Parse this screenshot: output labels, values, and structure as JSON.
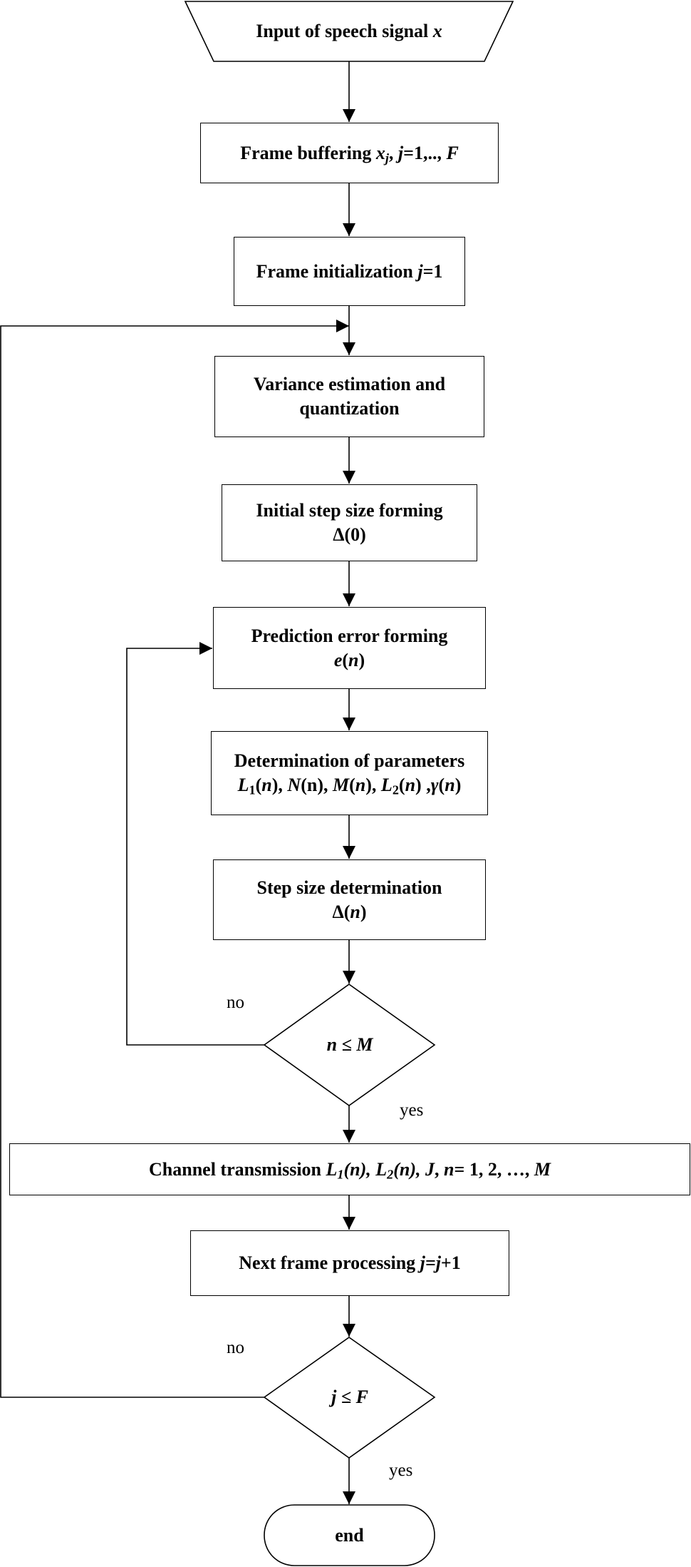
{
  "nodes": {
    "input": {
      "prefix": "Input of speech signal ",
      "var": "x"
    },
    "buffer": {
      "prefix": "Frame buffering ",
      "x": "x",
      "sub": "j",
      "sep": ", ",
      "j": "j",
      "range": "=1,.., ",
      "F": "F"
    },
    "init": {
      "prefix": "Frame initialization ",
      "j": "j",
      "suffix": "=1"
    },
    "variance": {
      "line1": "Variance estimation and",
      "line2": "quantization"
    },
    "initstep": {
      "line1": "Initial step size forming",
      "line2": "Δ(0)"
    },
    "prederr": {
      "line1": "Prediction error forming",
      "e": "e",
      "n": "n"
    },
    "params": {
      "line1": "Determination of parameters",
      "L": "L",
      "one": "1",
      "n": "n",
      "sep1": ", ",
      "N": "N",
      "nn": "(n), ",
      "M": "M",
      "sep2": ", ",
      "two": "2",
      "sep3": " ,",
      "gamma": "γ"
    },
    "stepdet": {
      "line1": "Step size determination",
      "delta": "Δ",
      "n": "n"
    },
    "cond1": {
      "n": "n",
      "le": " ≤ ",
      "M": "M"
    },
    "channel": {
      "prefix": "Channel transmission ",
      "L1": "L",
      "one": "1",
      "n1": "(n), ",
      "L2": "L",
      "two": "2",
      "n2": "(n), ",
      "J": "J",
      "sep": ", ",
      "n": "n",
      "tail": "= 1, 2, …, ",
      "M": "M"
    },
    "next": {
      "prefix": "Next frame processing ",
      "jj": "j=j",
      "suffix": "+1"
    },
    "cond2": {
      "j": "j",
      "le": " ≤ ",
      "F": "F"
    },
    "end": {
      "label": "end"
    }
  },
  "edge_labels": {
    "no1": "no",
    "yes1": "yes",
    "no2": "no",
    "yes2": "yes"
  }
}
